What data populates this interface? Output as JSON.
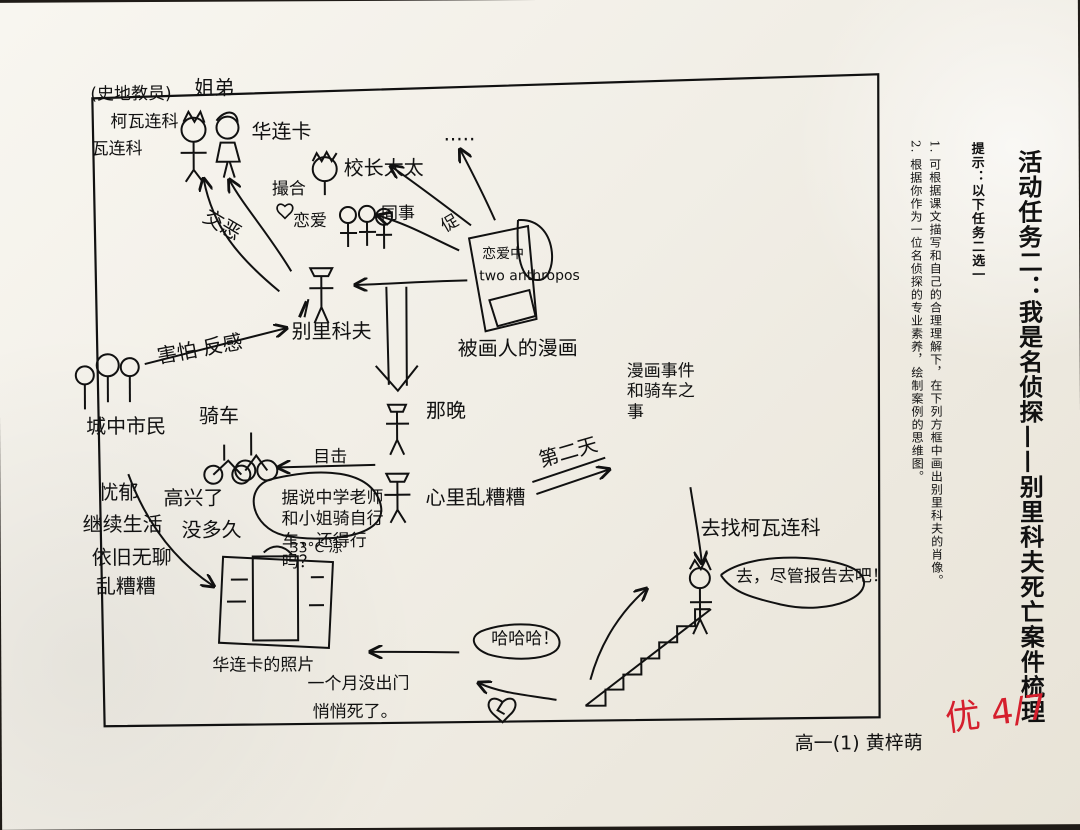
{
  "worksheet": {
    "title": "活动任务二：我是名侦探——别里科夫死亡案件梳理",
    "prompt_label": "提示：以下任务二选一",
    "tips": [
      "1. 可根据课文描写和自己的合理理解下，在下列方框中画出别里科夫的肖像。",
      "2. 根据你作为一位名侦探的专业素养，绘制案例的思维图。"
    ],
    "student": "高一(1) 黄梓萌",
    "teacher_mark": "优 4/7"
  },
  "mind_map": {
    "top_left_note": "(史地教员)",
    "family_label": "姐弟",
    "brother_names": [
      "柯瓦连科",
      "瓦连科"
    ],
    "sister_name": "华连卡",
    "relation": "交恶",
    "wife_label": "校长太太",
    "colleague_label": "同事",
    "push_label": "撮合",
    "love_label": "恋爱",
    "trend_label": "促",
    "comic_lines": [
      "恋爱中",
      "two anthropos"
    ],
    "comic_caption": "被画人的漫画",
    "protagonist": "别里科夫",
    "citizens": "城中市民",
    "fear_note": "害怕 反感",
    "bike_label": "骑车",
    "saw_label": "目击",
    "thought": "据说中学老师和小姐骑自行车，还得行吗？",
    "that_night": "那晚",
    "messy_mind": "心里乱糟糟",
    "next_day": "第二天",
    "comic_and_bike": "漫画事件和骑车之事",
    "visit": "去找柯瓦连科",
    "report": "去，尽管报告去吧！",
    "laugh": "哈哈哈！",
    "photo_label": "华连卡的照片",
    "temp_label": "33°C 凉",
    "depressed": [
      "忧郁",
      "继续生活",
      "依旧无聊",
      "乱糟糟"
    ],
    "happy": [
      "高兴了",
      "没多久"
    ],
    "death": [
      "一个月没出门",
      "悄悄死了。"
    ],
    "dots": "....."
  }
}
